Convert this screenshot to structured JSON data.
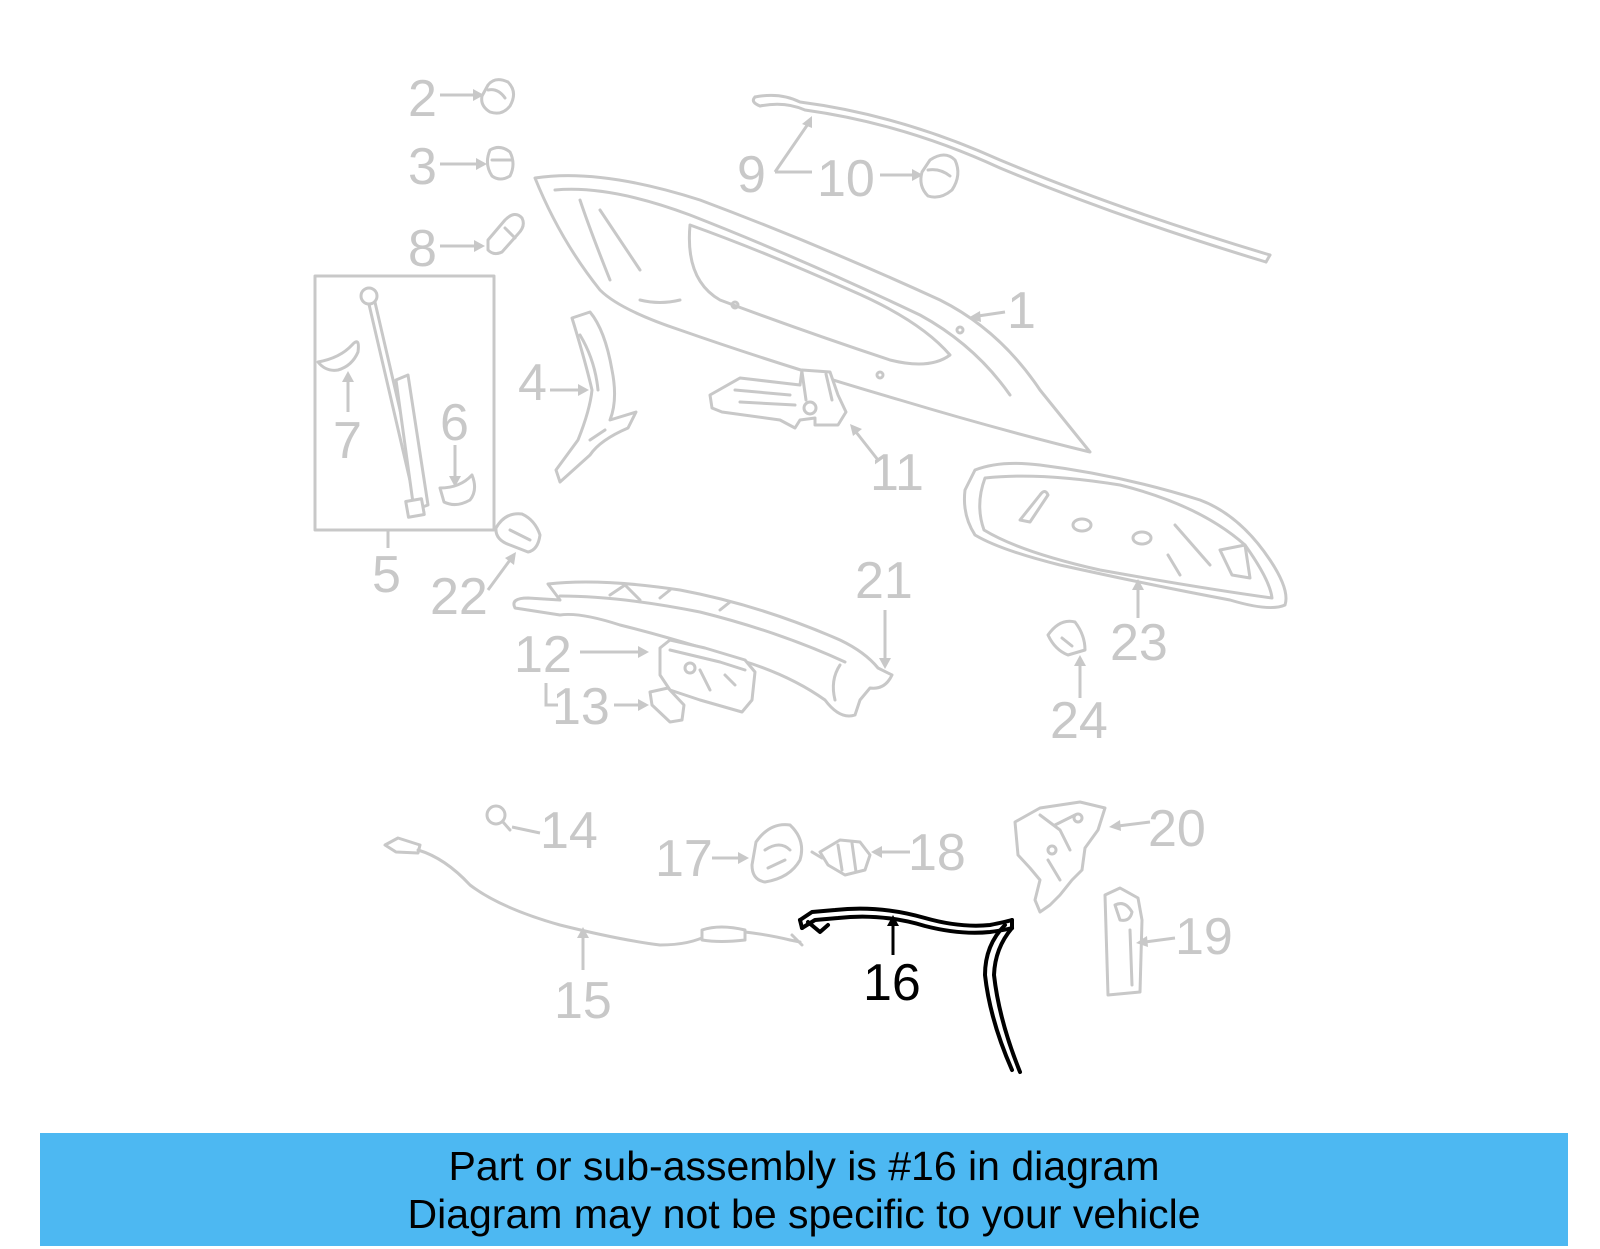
{
  "diagram": {
    "callouts": [
      {
        "id": "1",
        "label": "1"
      },
      {
        "id": "2",
        "label": "2"
      },
      {
        "id": "3",
        "label": "3"
      },
      {
        "id": "4",
        "label": "4"
      },
      {
        "id": "5",
        "label": "5"
      },
      {
        "id": "6",
        "label": "6"
      },
      {
        "id": "7",
        "label": "7"
      },
      {
        "id": "8",
        "label": "8"
      },
      {
        "id": "9",
        "label": "9"
      },
      {
        "id": "10",
        "label": "10"
      },
      {
        "id": "11",
        "label": "11"
      },
      {
        "id": "12",
        "label": "12"
      },
      {
        "id": "13",
        "label": "13"
      },
      {
        "id": "14",
        "label": "14"
      },
      {
        "id": "15",
        "label": "15"
      },
      {
        "id": "16",
        "label": "16"
      },
      {
        "id": "17",
        "label": "17"
      },
      {
        "id": "18",
        "label": "18"
      },
      {
        "id": "19",
        "label": "19"
      },
      {
        "id": "20",
        "label": "20"
      },
      {
        "id": "21",
        "label": "21"
      },
      {
        "id": "22",
        "label": "22"
      },
      {
        "id": "23",
        "label": "23"
      },
      {
        "id": "24",
        "label": "24"
      }
    ],
    "highlighted_part": "16",
    "colors": {
      "banner": "#4db8f2",
      "highlight": "#000000",
      "inactive": "#c8c8c8"
    }
  },
  "banner": {
    "line1": "Part or sub-assembly is #16 in diagram",
    "line2": "Diagram may not be specific to your vehicle"
  }
}
